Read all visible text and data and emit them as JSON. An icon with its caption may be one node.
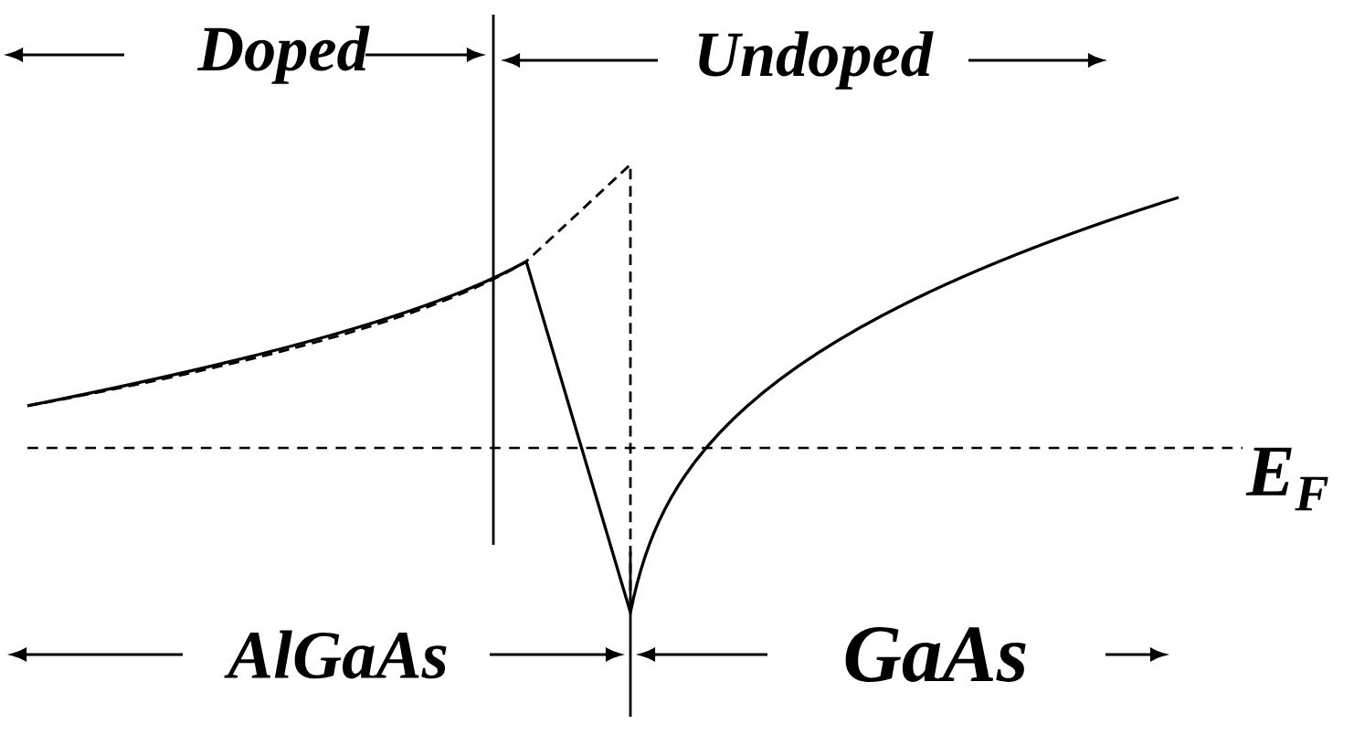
{
  "diagram": {
    "labels": [
      "Doped",
      "Undoped",
      "E$_{F}$",
      "AlGaAs",
      "GaAs"
    ]
  }
}
